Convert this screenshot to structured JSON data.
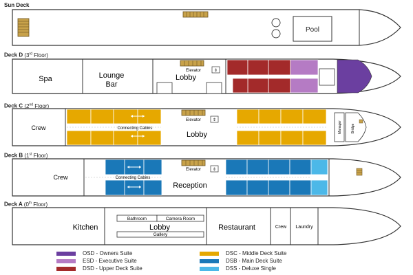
{
  "decks": {
    "sun": {
      "name": "Sun Deck",
      "rooms": {
        "pool": "Pool"
      }
    },
    "d": {
      "name": "Deck D",
      "floor_num": "3",
      "floor_sup": "rd",
      "floor_word": "Floor",
      "rooms": {
        "spa": "Spa",
        "lounge_1": "Lounge",
        "lounge_2": "Bar",
        "lobby": "Lobby",
        "elevator": "Elevator"
      }
    },
    "c": {
      "name": "Deck C",
      "floor_num": "2",
      "floor_sup": "nd",
      "floor_word": "Floor",
      "rooms": {
        "crew": "Crew",
        "connecting": "Connecting Cabins",
        "elevator": "Elevator",
        "lobby": "Lobby",
        "manager": "Manager",
        "bridge": "Bridge"
      }
    },
    "b": {
      "name": "Deck B",
      "floor_num": "1",
      "floor_sup": "st",
      "floor_word": "Floor",
      "rooms": {
        "crew": "Crew",
        "connecting": "Connecting Cabins",
        "elevator": "Elevator",
        "reception": "Reception"
      }
    },
    "a": {
      "name": "Deck A",
      "floor_num": "0",
      "floor_sup": "th",
      "floor_word": "Floor",
      "rooms": {
        "kitchen": "Kitchen",
        "bathroom": "Bathroom",
        "camera_room": "Camera Room",
        "lobby": "Lobby",
        "gallery": "Gallery",
        "restaurant": "Restaurant",
        "crew": "Crew",
        "laundry": "Laundry"
      }
    }
  },
  "legend": [
    {
      "code": "osd",
      "label": "OSD - Owners Suite",
      "color": "#6b3fa0"
    },
    {
      "code": "esd",
      "label": "ESD - Executive Suite",
      "color": "#b57bc4"
    },
    {
      "code": "dsd",
      "label": "DSD - Upper Deck Suite",
      "color": "#a32a2a"
    },
    {
      "code": "dsc",
      "label": "DSC - Middle Deck Suite",
      "color": "#e6a800"
    },
    {
      "code": "dsb",
      "label": "DSB - Main Deck Suite",
      "color": "#1a78b8"
    },
    {
      "code": "dss",
      "label": "DSS - Deluxe Single",
      "color": "#4cb8e8"
    }
  ]
}
